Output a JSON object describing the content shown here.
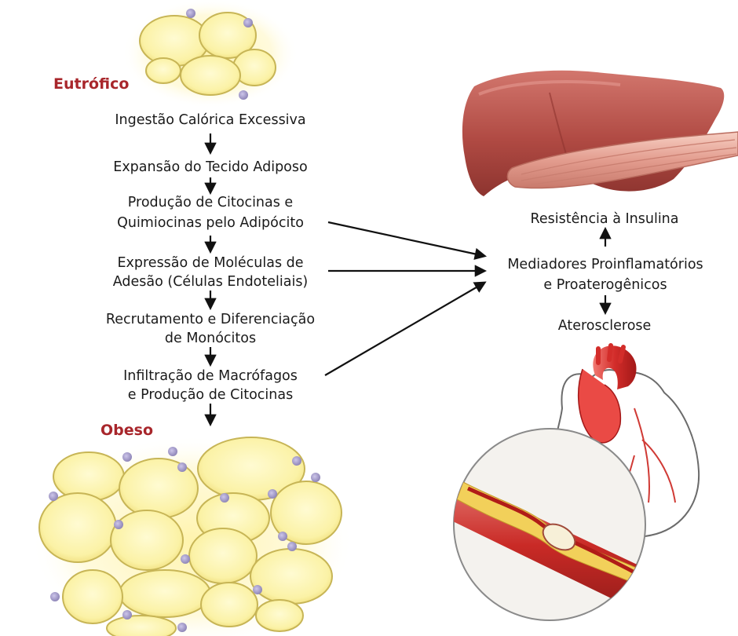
{
  "states": {
    "lean": "Eutrófico",
    "obese": "Obeso"
  },
  "steps": [
    "Ingestão Calórica Excessiva",
    "Expansão do Tecido Adiposo",
    "Produção de Citocinas e",
    "Quimiocinas pelo Adipócito",
    "Expressão de Moléculas de",
    "Adesão (Células Endoteliais)",
    "Recrutamento e Diferenciação",
    "de Monócitos",
    "Infiltração de Macrófagos",
    "e Produção de Citocinas"
  ],
  "outcomes": {
    "insulin_resistance": "Resistência à Insulina",
    "mediators_line1": "Mediadores Proinflamatórios",
    "mediators_line2": "e Proaterogênicos",
    "atherosclerosis": "Aterosclerose"
  },
  "colors": {
    "state_label": "#a8262b",
    "adipocyte_fill": "#fbf2a6",
    "adipocyte_stroke": "#c7b556",
    "macrophage": "#a39ac6",
    "liver": "#b7514a",
    "muscle": "#e6a396",
    "heart_outline": "#6b6b6b",
    "aorta": "#d32d2a",
    "plaque": "#f2d05a"
  },
  "icons": [
    "lean-adipose-tissue-illustration",
    "obese-adipose-tissue-illustration",
    "liver-illustration",
    "muscle-illustration",
    "heart-illustration",
    "artery-plaque-illustration"
  ]
}
